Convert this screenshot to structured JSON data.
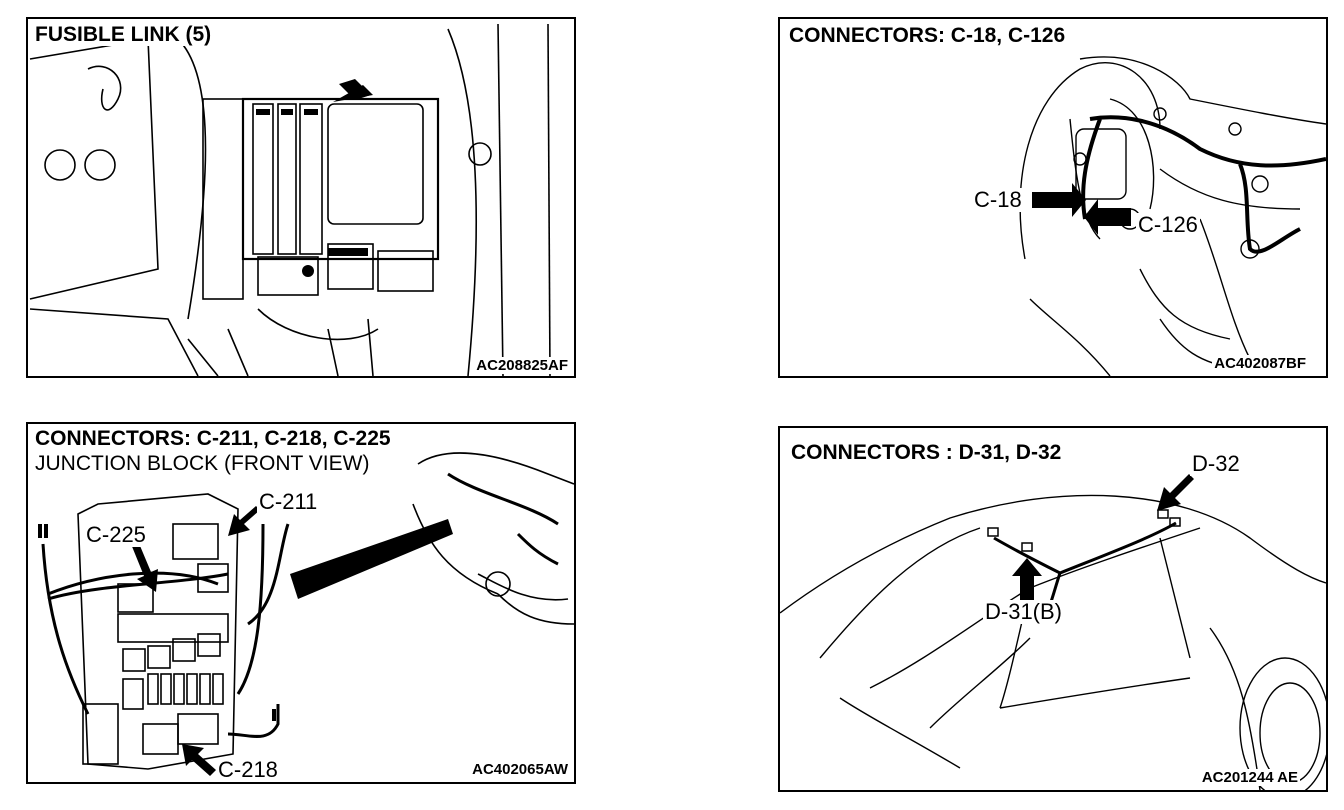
{
  "panels": [
    {
      "title": "FUSIBLE LINK (5)",
      "code": "AC208825AF"
    },
    {
      "title": "CONNECTORS: C-18, C-126",
      "code": "AC402087BF",
      "labels": {
        "c18": "C-18",
        "c126": "C-126"
      }
    },
    {
      "title": "CONNECTORS: C-211, C-218, C-225",
      "subtitle": "JUNCTION BLOCK (FRONT VIEW)",
      "code": "AC402065AW",
      "labels": {
        "c211": "C-211",
        "c225": "C-225",
        "c218": "C-218"
      }
    },
    {
      "title": "CONNECTORS : D-31, D-32",
      "code": "AC201244 AE",
      "labels": {
        "d32": "D-32",
        "d31": "D-31(B)"
      }
    }
  ]
}
